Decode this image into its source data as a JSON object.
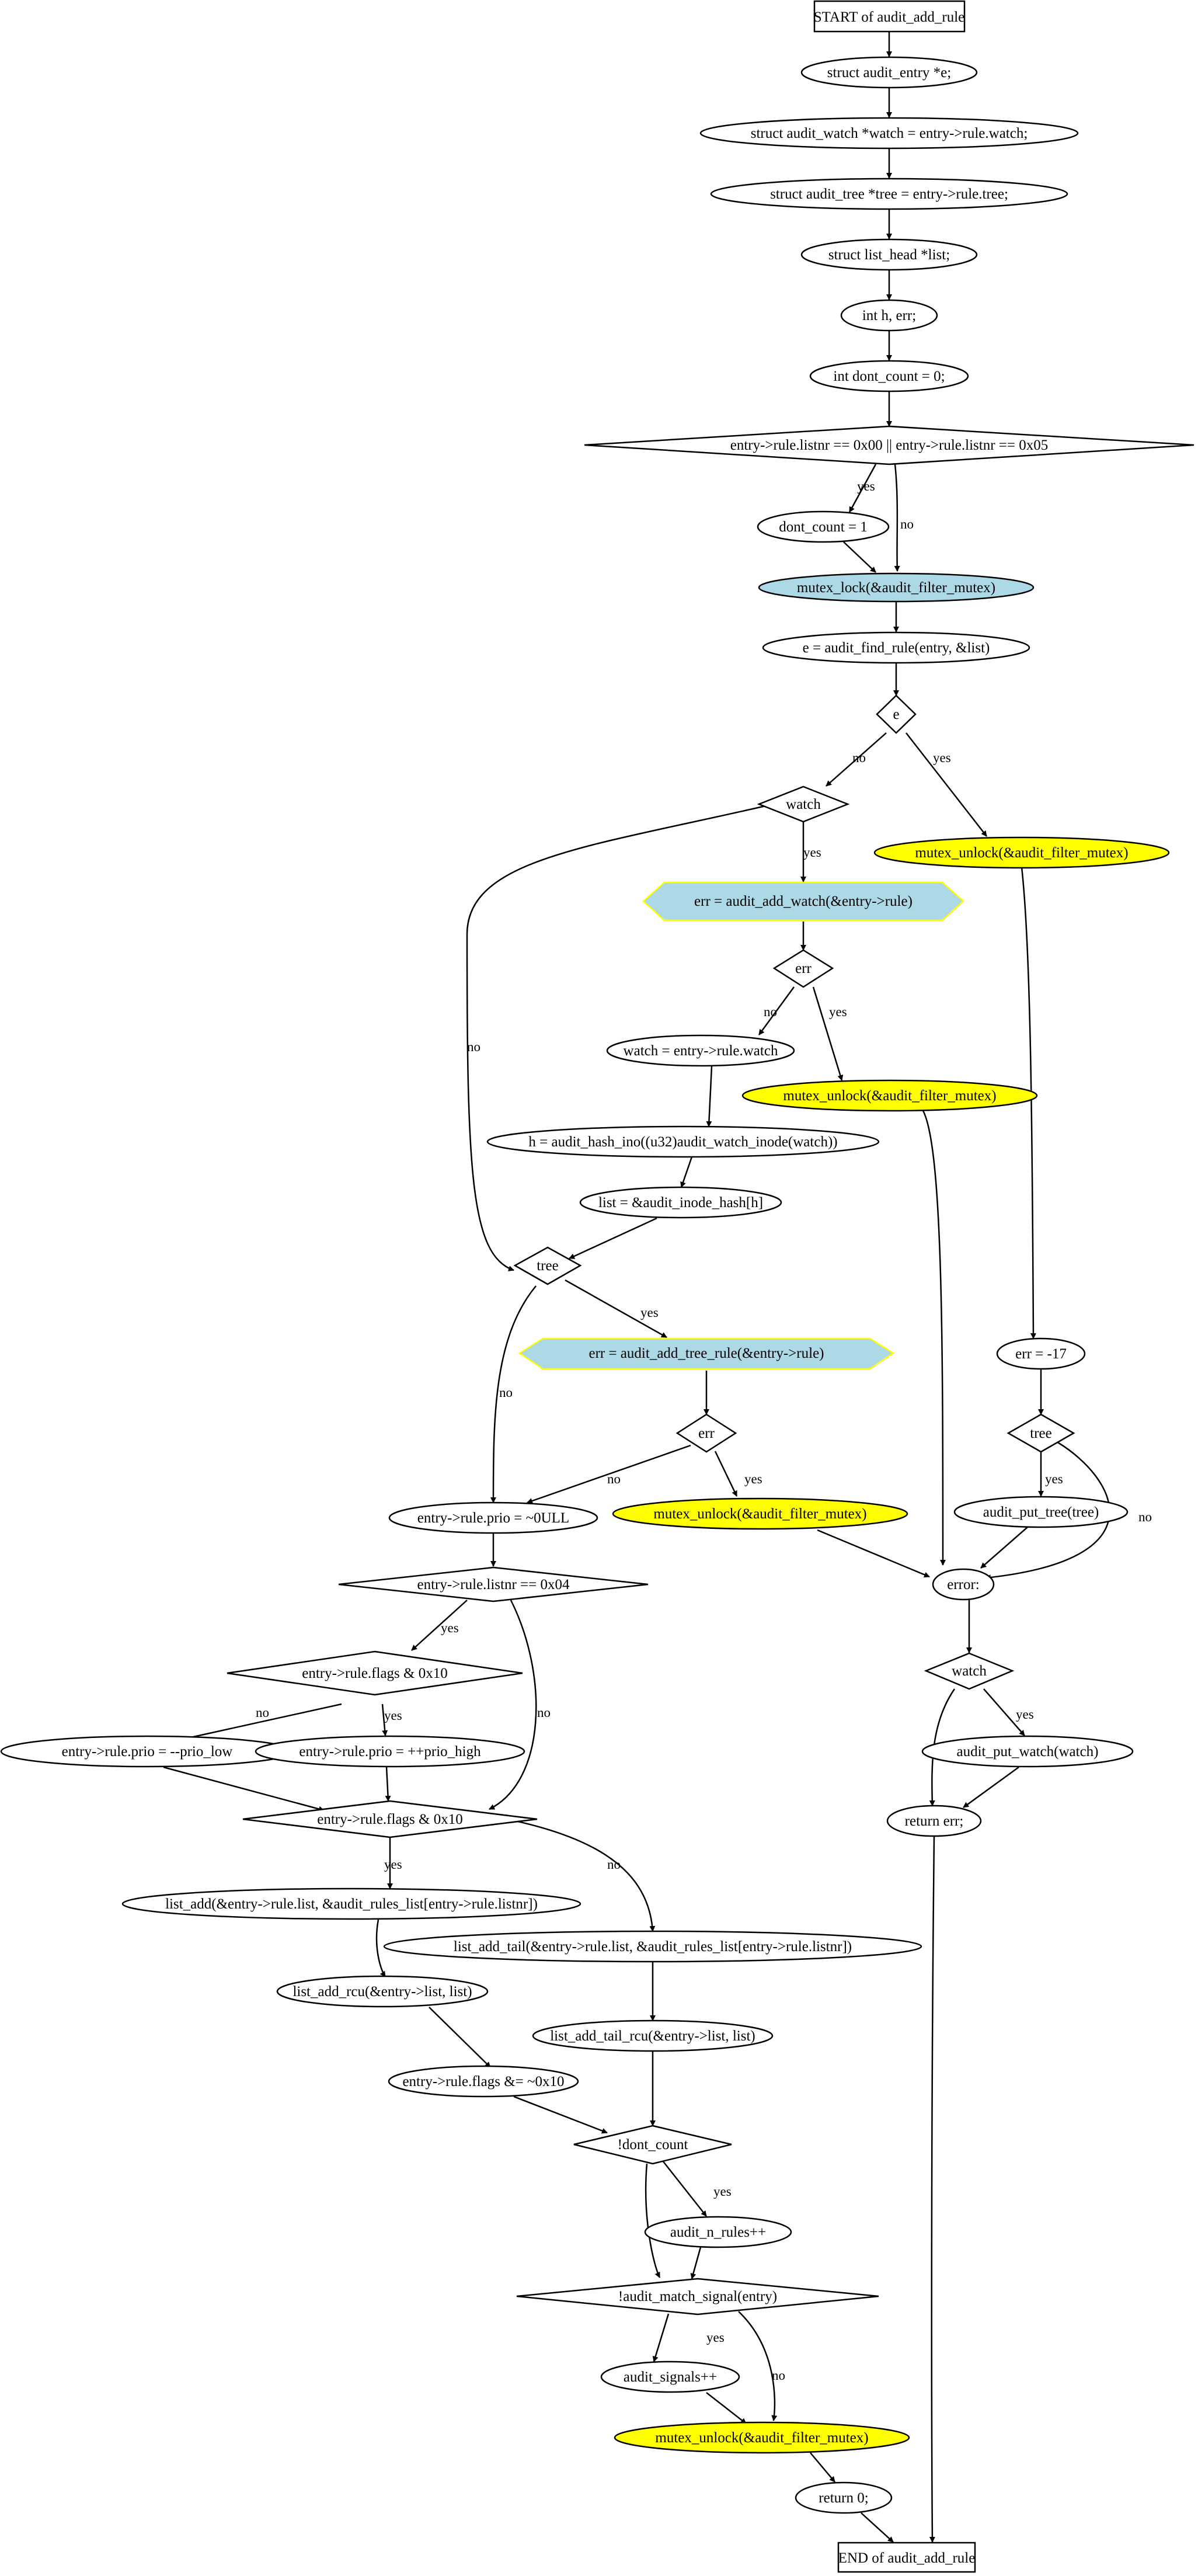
{
  "colors": {
    "background": "#ffffff",
    "stroke": "#000000",
    "lock_fill": "#add8e6",
    "unlock_fill": "#ffff00",
    "call_fill": "#add8e6",
    "call_stroke": "#ffff00"
  },
  "nodes": {
    "start": "START of audit_add_rule",
    "decl_e": "struct audit_entry *e;",
    "decl_watch": "struct audit_watch *watch = entry->rule.watch;",
    "decl_tree": "struct audit_tree *tree = entry->rule.tree;",
    "decl_list": "struct list_head *list;",
    "decl_h": "int h, err;",
    "decl_dont": "int dont_count = 0;",
    "cond_listnr": "entry->rule.listnr == 0x00 || entry->rule.listnr == 0x05",
    "set_dont": "dont_count = 1",
    "lock": "mutex_lock(&audit_filter_mutex)",
    "find": "e = audit_find_rule(entry, &list)",
    "cond_e": "e",
    "unlock1": "mutex_unlock(&audit_filter_mutex)",
    "cond_watch": "watch",
    "add_watch": "err = audit_add_watch(&entry->rule)",
    "cond_err1": "err",
    "unlock2": "mutex_unlock(&audit_filter_mutex)",
    "set_watch": "watch = entry->rule.watch",
    "hash": "h = audit_hash_ino((u32)audit_watch_inode(watch))",
    "set_list": "list = &audit_inode_hash[h]",
    "cond_tree": "tree",
    "add_tree": "err = audit_add_tree_rule(&entry->rule)",
    "cond_err2": "err",
    "unlock3": "mutex_unlock(&audit_filter_mutex)",
    "err17": "err = -17",
    "cond_tree2": "tree",
    "put_tree": "audit_put_tree(tree)",
    "error_lbl": "error:",
    "prio_init": "entry->rule.prio = ~0ULL",
    "cond_listnr4": "entry->rule.listnr == 0x04",
    "cond_flags1": "entry->rule.flags & 0x10",
    "prio_low": "entry->rule.prio = --prio_low",
    "prio_high": "entry->rule.prio = ++prio_high",
    "cond_watch2": "watch",
    "put_watch": "audit_put_watch(watch)",
    "cond_flags2": "entry->rule.flags & 0x10",
    "return_err": "return err;",
    "list_add": "list_add(&entry->rule.list, &audit_rules_list[entry->rule.listnr])",
    "list_add_tail": "list_add_tail(&entry->rule.list, &audit_rules_list[entry->rule.listnr])",
    "list_add_rcu": "list_add_rcu(&entry->list, list)",
    "list_add_tail_rcu": "list_add_tail_rcu(&entry->list, list)",
    "flags_clear": "entry->rule.flags &= ~0x10",
    "cond_dont": "!dont_count",
    "n_rules": "audit_n_rules++",
    "cond_signal": "!audit_match_signal(entry)",
    "signals": "audit_signals++",
    "unlock4": "mutex_unlock(&audit_filter_mutex)",
    "return0": "return 0;",
    "end": "END of audit_add_rule"
  },
  "edge_labels": {
    "yes": "yes",
    "no": "no"
  }
}
